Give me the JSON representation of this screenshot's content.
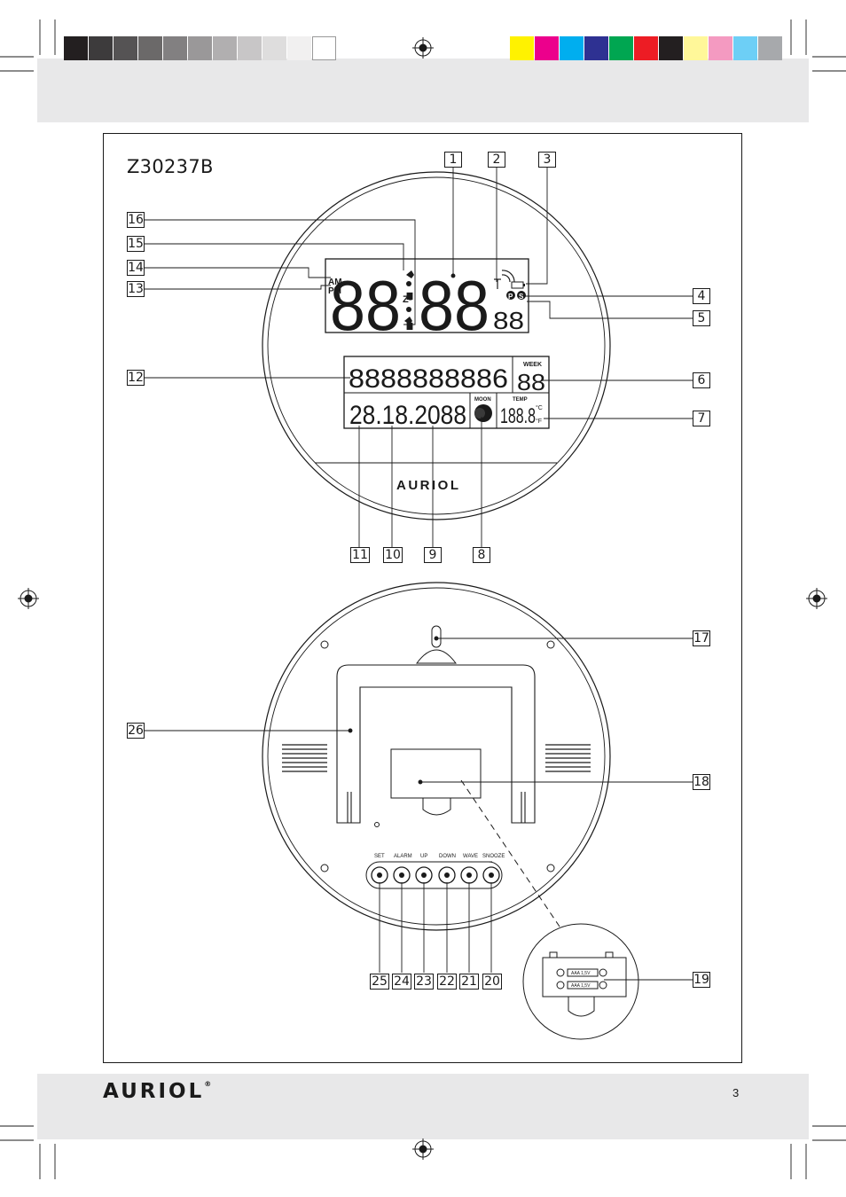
{
  "model_number": "Z30237B",
  "page_number": "3",
  "brand": "AURIOL",
  "brand_mark": "®",
  "swatches_gray": [
    "#231f20",
    "#3d3b3c",
    "#555354",
    "#6b6969",
    "#828081",
    "#9a9899",
    "#b1afb0",
    "#c8c6c7",
    "#dedddd",
    "#f1f0f0",
    "#ffffff"
  ],
  "swatches_color": [
    "#fff200",
    "#ec008c",
    "#00aeef",
    "#2e3192",
    "#00a651",
    "#ed1c24",
    "#231f20",
    "#fff799",
    "#f49ac1",
    "#6dcff6",
    "#a7a9ac"
  ],
  "callouts": [
    "1",
    "2",
    "3",
    "4",
    "5",
    "6",
    "7",
    "8",
    "9",
    "10",
    "11",
    "12",
    "13",
    "14",
    "15",
    "16",
    "17",
    "18",
    "19",
    "20",
    "21",
    "22",
    "23",
    "24",
    "25",
    "26"
  ],
  "lcd": {
    "time_digits": "88:88",
    "seconds_digits": "88",
    "am": "AM",
    "pm": "PM",
    "snooze_symbol": "Zᶻ",
    "text_row": "8888888886",
    "week_label": "WEEK",
    "week_digits": "88",
    "date_digits": "28.18.2088",
    "moon_label": "MOON",
    "temp_label": "TEMP",
    "temp_digits": "188.8",
    "temp_units": [
      "°C",
      "°F"
    ],
    "radio_letters": [
      "P",
      "S"
    ]
  },
  "buttons": [
    "SET",
    "ALARM",
    "UP",
    "DOWN",
    "WAVE",
    "SNOOZE"
  ],
  "battery_label": "AAA 1,5V"
}
